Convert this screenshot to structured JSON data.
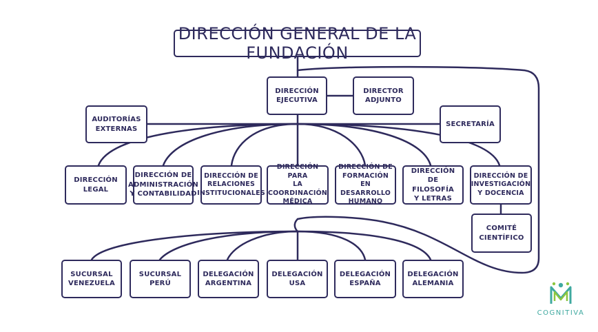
{
  "chart": {
    "title": "DIRECCIÓN GENERAL DE LA FUNDACIÓN",
    "executive": "DIRECCIÓN\nEJECUTIVA",
    "deputy": "DIRECTOR\nADJUNTO",
    "audits": "AUDITORÍAS\nEXTERNAS",
    "secretary": "SECRETARÍA",
    "directorates": [
      "DIRECCIÓN\nLEGAL",
      "DIRECCIÓN DE\nADMINISTRACIÓN\nY CONTABILIDAD",
      "DIRECCIÓN DE\nRELACIONES\nINSTITUCIONALES",
      "DIRECCIÓN PARA\nLA COORDINACIÓN\nMÉDICA",
      "DIRECCIÓN DE\nFORMACIÓN EN\nDESARROLLO\nHUMANO",
      "DIRECCIÓN DE\nFILOSOFÍA\nY LETRAS",
      "DIRECCIÓN DE\nINVESTIGACIÓN\nY DOCENCIA"
    ],
    "committee": "COMITÉ\nCIENTÍFICO",
    "branches": [
      "SUCURSAL\nVENEZUELA",
      "SUCURSAL\nPERÚ",
      "DELEGACIÓN\nARGENTINA",
      "DELEGACIÓN\nUSA",
      "DELEGACIÓN\nESPAÑA",
      "DELEGACIÓN\nALEMANIA"
    ]
  },
  "brand": {
    "name": "COGNITIVA",
    "logo_icon": "cognitiva-logo-icon"
  },
  "colors": {
    "line": "#2e2a5c",
    "brand_teal": "#3fa9a0",
    "brand_green": "#8cc63f"
  }
}
